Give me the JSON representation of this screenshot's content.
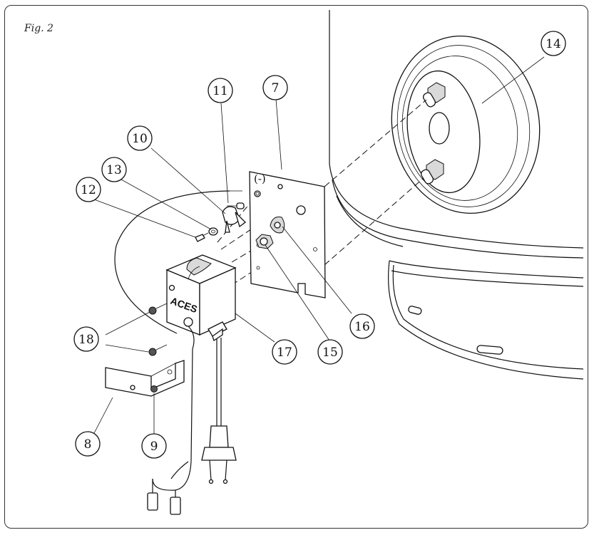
{
  "figure": {
    "label": "Fig. 2",
    "device_brand": "ACES",
    "polarity_mark": "(-)"
  },
  "callouts": [
    "7",
    "8",
    "9",
    "10",
    "11",
    "12",
    "13",
    "14",
    "15",
    "16",
    "17",
    "18"
  ]
}
